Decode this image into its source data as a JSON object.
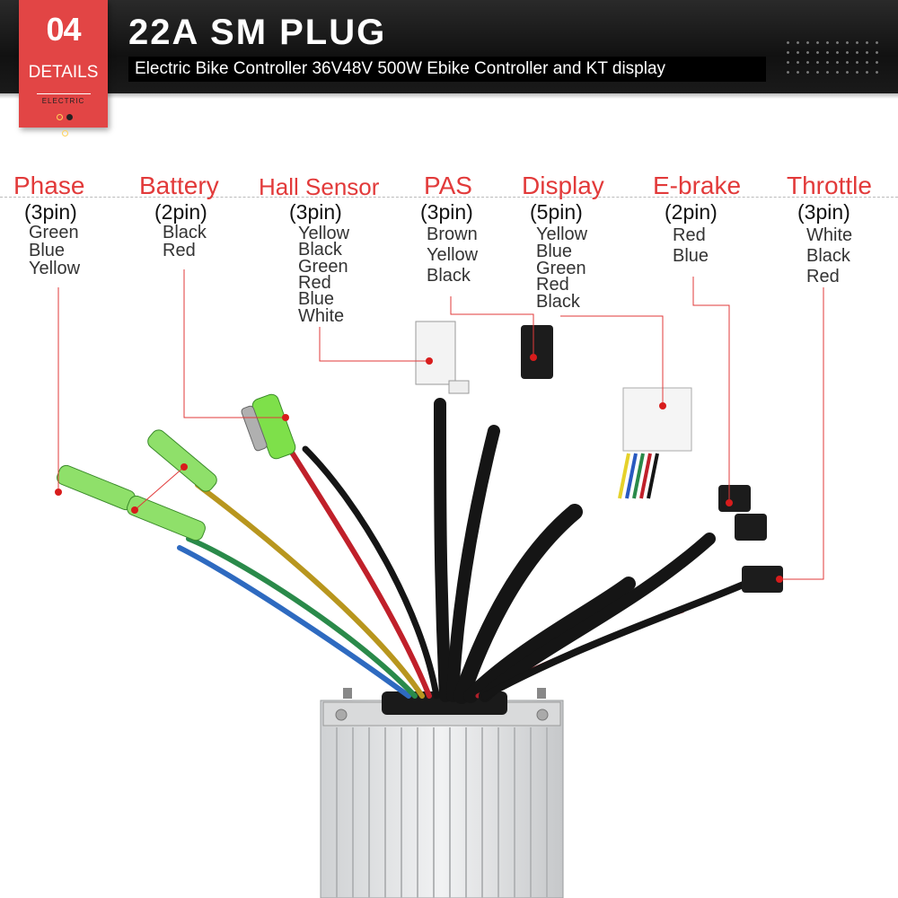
{
  "badge": {
    "number": "04",
    "details": "DETAILS",
    "electric": "ELECTRIC"
  },
  "header": {
    "title": "22A SM PLUG",
    "subtitle": "Electric Bike Controller 36V48V 500W Ebike Controller and KT display"
  },
  "connectors": [
    {
      "name": "Phase",
      "pins": "(3pin)",
      "wires": [
        "Green",
        "Blue",
        "Yellow"
      ]
    },
    {
      "name": "Battery",
      "pins": "(2pin)",
      "wires": [
        "Black",
        "Red"
      ]
    },
    {
      "name": "Hall Sensor",
      "pins": "(3pin)",
      "wires": [
        "Yellow",
        "Black",
        "Green",
        "Red",
        "Blue",
        "White"
      ]
    },
    {
      "name": "PAS",
      "pins": "(3pin)",
      "wires": [
        "Brown",
        "Yellow",
        "Black"
      ]
    },
    {
      "name": "Display",
      "pins": "(5pin)",
      "wires": [
        "Yellow",
        "Blue",
        "Green",
        "Red",
        "Black"
      ]
    },
    {
      "name": "E-brake",
      "pins": "(2pin)",
      "wires": [
        "Red",
        "Blue"
      ]
    },
    {
      "name": "Throttle",
      "pins": "(3pin)",
      "wires": [
        "White",
        "Black",
        "Red"
      ]
    }
  ],
  "colors": {
    "accent": "#e23a3a",
    "badge": "#e24545",
    "header": "#1a1a1a"
  }
}
